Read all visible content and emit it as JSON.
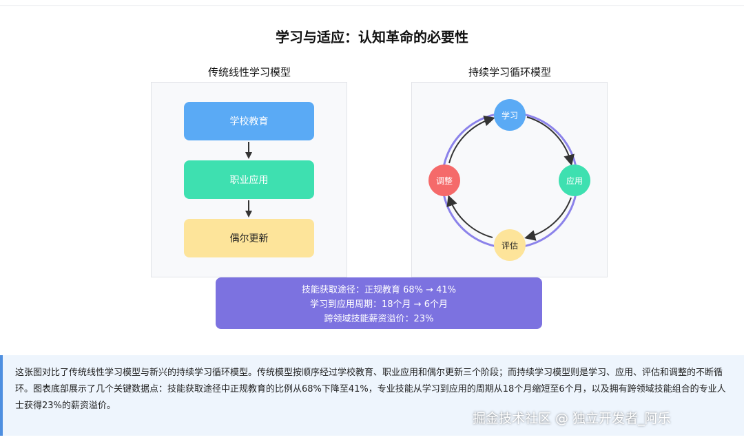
{
  "title": "学习与适应：认知革命的必要性",
  "traditional": {
    "title": "传统线性学习模型",
    "steps": [
      "学校教育",
      "职业应用",
      "偶尔更新"
    ],
    "colors": [
      "#5aaaf5",
      "#3ee0b0",
      "#fde49a"
    ]
  },
  "continuous": {
    "title": "持续学习循环模型",
    "nodes": [
      "学习",
      "应用",
      "评估",
      "调整"
    ],
    "colors": [
      "#5aaaf5",
      "#3ee0b0",
      "#fde49a",
      "#f56a6a"
    ],
    "ring_color": "#8b82ea"
  },
  "stats": [
    "技能获取途径：正规教育 68% → 41%",
    "学习到应用周期：18个月 → 6个月",
    "跨领域技能薪资溢价：23%"
  ],
  "description": "这张图对比了传统线性学习模型与新兴的持续学习循环模型。传统模型按顺序经过学校教育、职业应用和偶尔更新三个阶段；而持续学习模型则是学习、应用、评估和调整的不断循环。图表底部展示了几个关键数据点：技能获取途径中正规教育的比例从68%下降至41%，专业技能从学习到应用的周期从18个月缩短至6个月，以及拥有跨领域技能组合的专业人士获得23%的薪资溢价。",
  "watermark": "掘金技术社区 @ 独立开发者_阿乐"
}
